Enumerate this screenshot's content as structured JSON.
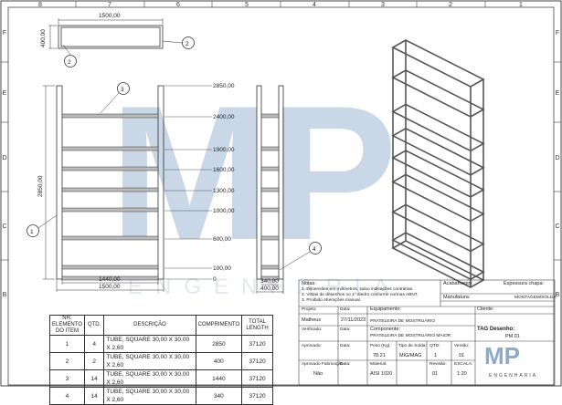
{
  "frame": {
    "columns_top": [
      "8",
      "7",
      "6",
      "5",
      "4",
      "3",
      "2",
      "1"
    ],
    "rows_left": [
      "F",
      "E",
      "D",
      "C",
      "B"
    ]
  },
  "top_view": {
    "width_dim": "1500,00",
    "depth_dim": "400,00",
    "balloons": [
      "2",
      "2"
    ]
  },
  "front_view": {
    "height_dim": "2850,00",
    "inner_width_dim": "1440,00",
    "outer_width_dim": "1500,00",
    "balloons": [
      "3",
      "1"
    ],
    "level_labels": [
      "2850,00",
      "2400,00",
      "1900,00",
      "1600,00",
      "1300,00",
      "1000,00",
      "600,00",
      "100,00",
      "0"
    ]
  },
  "side_view": {
    "inner_dim": "340,00",
    "outer_dim": "400,00",
    "balloon": "4"
  },
  "watermark": {
    "letters": "MP",
    "subtitle": "ENGENHARIA"
  },
  "bom": {
    "headers": [
      "NR. ELEMENTO DO ITEM",
      "QTD.",
      "DESCRIÇÃO",
      "COMPRIMENTO",
      "TOTAL LENGTH"
    ],
    "rows": [
      [
        "1",
        "4",
        "TUBE, SQUARE 30,00 X 30,00 X 2,60",
        "2850",
        "37120"
      ],
      [
        "2",
        "2",
        "TUBE, SQUARE 30,00 X 30,00 X 2,60",
        "400",
        "37120"
      ],
      [
        "3",
        "14",
        "TUBE, SQUARE 30,00 X 30,00 X 2,60",
        "1440",
        "37120"
      ],
      [
        "4",
        "14",
        "TUBE, SQUARE 30,00 X 30,00 X 2,60",
        "340",
        "37120"
      ]
    ]
  },
  "title_block": {
    "notes_title": "Notas:",
    "notes": [
      "1. Dimensões em milímetros, salvo indicações contrárias.",
      "2. Vistas de desenhos no 1º diedro conforme normas ABNT.",
      "3. Proibido Alterações manual."
    ],
    "projeto_label": "Projeto:",
    "projeto_value": "Matheus",
    "data_label": "Data:",
    "data_value": "27/11/2023",
    "equipamento_label": "Equipamento:",
    "equipamento_value": "PRATELEIRA DE MOSTRUÁRIO",
    "verificado_label": "Verificado:",
    "data2_label": "Data:",
    "componente_label": "Componente:",
    "componente_value": "PRATELEIRA DE MOSTRUÁRIO MAIOR",
    "aprovado_label": "Aprovado:",
    "data3_label": "Data:",
    "peso_label": "Peso (Kg):",
    "peso_value": "78.21",
    "solda_label": "Tipo de Solda:",
    "solda_value": "MIG/MAG",
    "qtd_label": "QTD:",
    "qtd_value": "1",
    "versao_label": "Versão:",
    "versao_value": "01",
    "aprovado_fab_label": "Aprovado Fabricação:",
    "aprovado_fab_value": "Não",
    "data4_label": "Data:",
    "material_label": "Material:",
    "material_value": "AISI 1020",
    "revisao_label": "Revisão:",
    "revisao_value": "01",
    "escala_label": "ESCALA:",
    "escala_value": "1:20",
    "acabamento_label": "Acabamento:",
    "espessura_label": "Espessura chapa:",
    "manufatura_label": "Manufatura:",
    "manufatura_value": "MONTAGEM/SOLDA",
    "cliente_label": "Cliente:",
    "tag_label": "TAG Desenho:",
    "tag_value": "PM.01",
    "logo_letters": "MP",
    "logo_sub": "ENGENHARIA"
  },
  "colors": {
    "watermark_blue": "#9db7d4",
    "line": "#333333",
    "shelf_gray": "#aaaaaa"
  }
}
